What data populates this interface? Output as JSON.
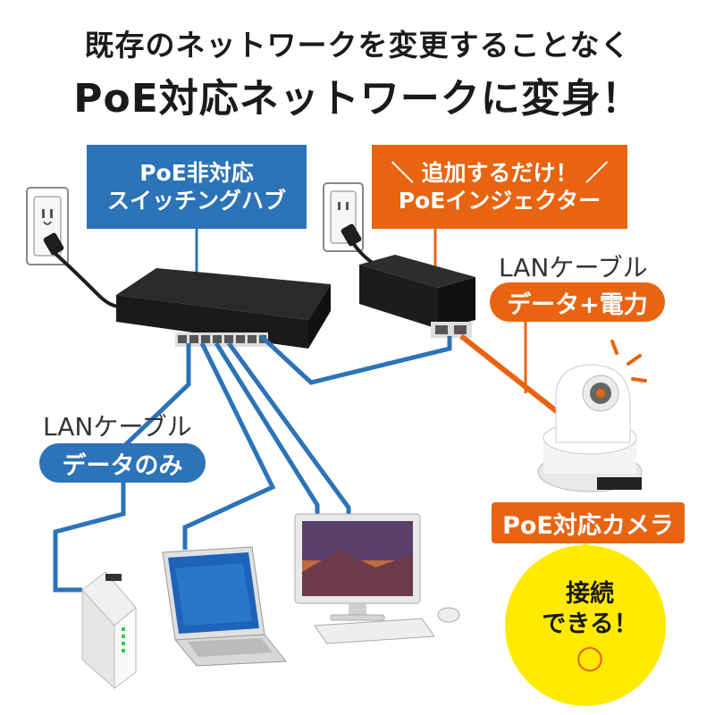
{
  "headline": {
    "line1": "既存のネットワークを変更することなく",
    "line2": "PoE対応ネットワークに変身！"
  },
  "switch_box": {
    "line1": "PoE非対応",
    "line2": "スイッチングハブ"
  },
  "injector_box": {
    "line1": "＼ 追加するだけ！ ／",
    "line2": "PoEインジェクター"
  },
  "lan_right": {
    "label": "LANケーブル",
    "pill": "データ+電力"
  },
  "lan_left": {
    "label": "LANケーブル",
    "pill": "データのみ"
  },
  "camera_label": "PoE対応カメラ",
  "bubble": {
    "line1": "接続",
    "line2": "できる！",
    "mark": "○"
  },
  "colors": {
    "blue": "#2c73b8",
    "orange": "#e86411",
    "yellow": "#ffea00",
    "device_black": "#1e1e1e"
  }
}
